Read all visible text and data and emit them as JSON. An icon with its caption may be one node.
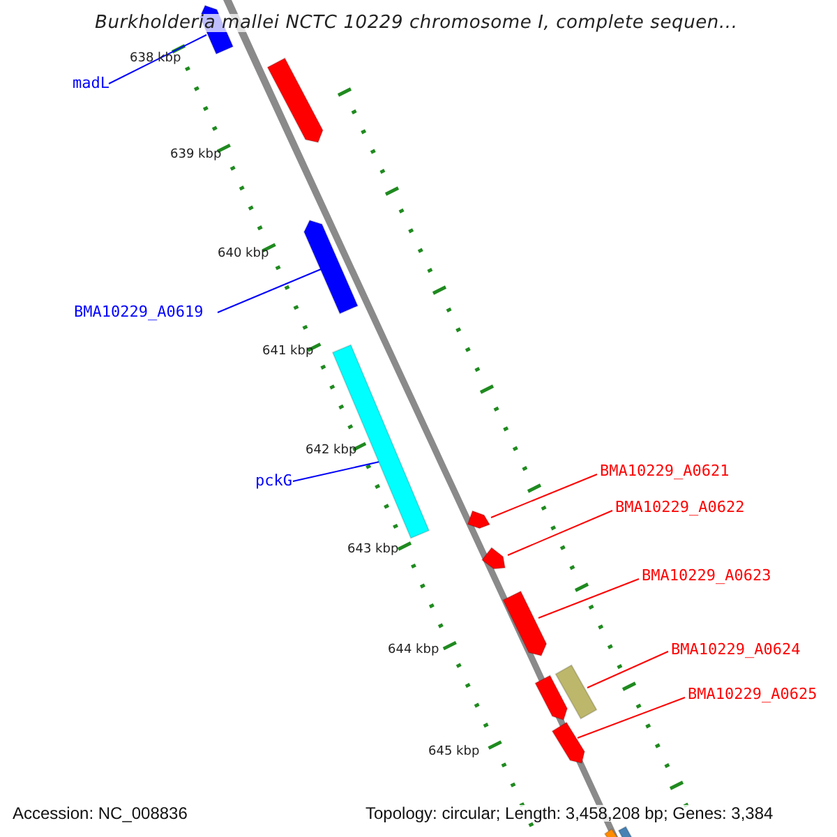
{
  "diagram": {
    "title": "Burkholderia mallei NCTC 10229 chromosome I, complete sequen...",
    "nodes": [
      {
        "text": [
          "madL"
        ]
      },
      {
        "text": [],
        "shape": "arrow"
      },
      {
        "text": [
          "BMA10229_A0619"
        ]
      },
      {
        "text": [],
        "shape": "arrow"
      },
      {
        "text": [
          "pckG"
        ]
      },
      {
        "text": [],
        "shape": "bar"
      },
      {
        "text": [
          "BMA10229_A0621"
        ]
      },
      {
        "text": [],
        "shape": "arrow"
      },
      {
        "text": [
          "BMA10229_A0622"
        ]
      },
      {
        "text": [],
        "shape": "arrow"
      },
      {
        "text": [
          "BMA10229_A0623"
        ]
      },
      {
        "text": [],
        "shape": "arrow"
      },
      {
        "text": [
          "BMA10229_A0624"
        ]
      },
      {
        "text": [],
        "shape": "bar"
      },
      {
        "text": [
          "BMA10229_A0625"
        ]
      },
      {
        "text": [],
        "shape": "arrow"
      }
    ],
    "edges": [
      {
        "from": 0,
        "to": 1,
        "arrow": "none",
        "color": "#0000ff"
      },
      {
        "from": 2,
        "to": 3,
        "arrow": "none",
        "color": "#0000ff"
      },
      {
        "from": 4,
        "to": 5,
        "arrow": "none",
        "color": "#0000ff"
      },
      {
        "from": 6,
        "to": 7,
        "arrow": "none"
      },
      {
        "from": 8,
        "to": 9,
        "arrow": "none"
      },
      {
        "from": 10,
        "to": 11,
        "arrow": "none"
      },
      {
        "from": 12,
        "to": 13,
        "arrow": "none"
      },
      {
        "from": 14,
        "to": 15,
        "arrow": "none"
      }
    ],
    "labels": [
      "638 kbp",
      "639 kbp",
      "640 kbp",
      "641 kbp",
      "642 kbp",
      "643 kbp",
      "644 kbp",
      "645 kbp",
      "Accession: NC_008836",
      "Topology: circular; Length: 3,458,208 bp; Genes: 3,384"
    ]
  }
}
